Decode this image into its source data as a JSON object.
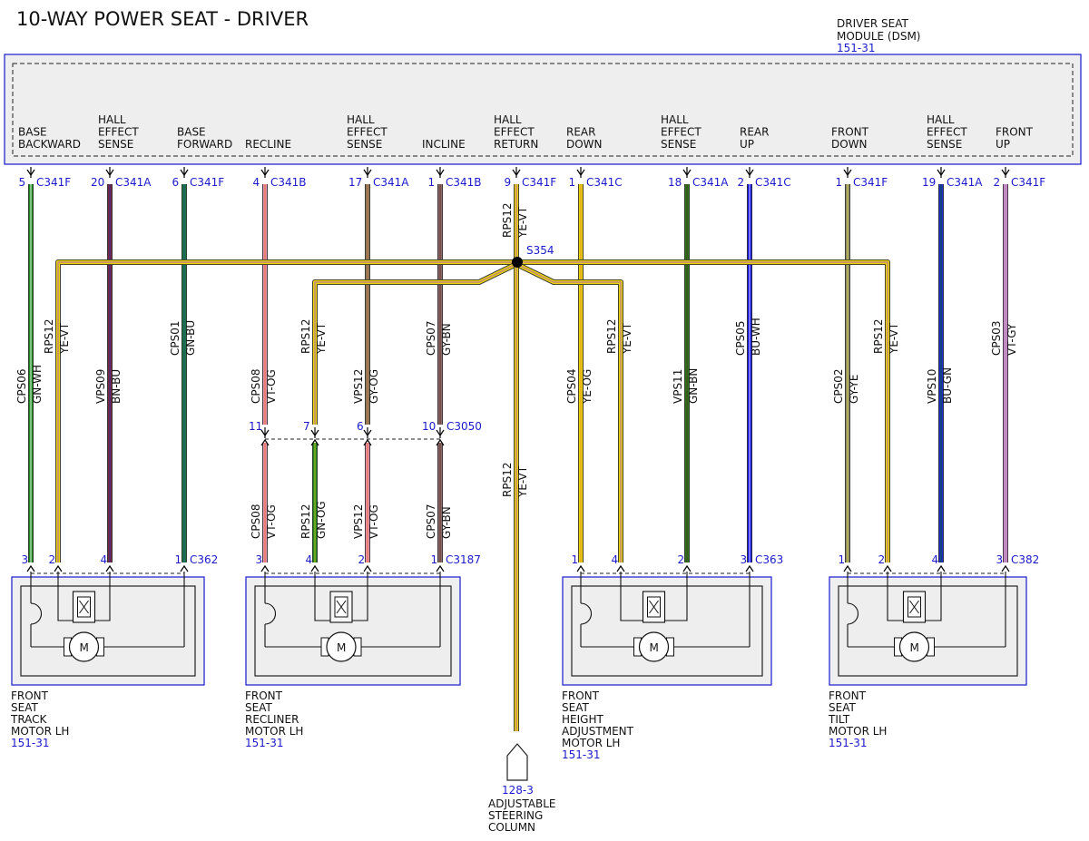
{
  "title": "10-WAY POWER SEAT - DRIVER",
  "module": {
    "lines": [
      "DRIVER SEAT",
      "MODULE (DSM)"
    ],
    "ref": "151-31"
  },
  "pins": [
    {
      "label": [
        "BASE",
        "BACKWARD"
      ],
      "num": "5",
      "conn": "C341F"
    },
    {
      "label": [
        "HALL",
        "EFFECT",
        "SENSE"
      ],
      "num": "20",
      "conn": "C341A"
    },
    {
      "label": [
        "BASE",
        "FORWARD"
      ],
      "num": "6",
      "conn": "C341F"
    },
    {
      "label": [
        "RECLINE"
      ],
      "num": "4",
      "conn": "C341B"
    },
    {
      "label": [
        "HALL",
        "EFFECT",
        "SENSE"
      ],
      "num": "17",
      "conn": "C341A"
    },
    {
      "label": [
        "INCLINE"
      ],
      "num": "1",
      "conn": "C341B"
    },
    {
      "label": [
        "HALL",
        "EFFECT",
        "RETURN"
      ],
      "num": "9",
      "conn": "C341F"
    },
    {
      "label": [
        "REAR",
        "DOWN"
      ],
      "num": "1",
      "conn": "C341C"
    },
    {
      "label": [
        "HALL",
        "EFFECT",
        "SENSE"
      ],
      "num": "18",
      "conn": "C341A"
    },
    {
      "label": [
        "REAR",
        "UP"
      ],
      "num": "2",
      "conn": "C341C"
    },
    {
      "label": [
        "FRONT",
        "DOWN"
      ],
      "num": "1",
      "conn": "C341F"
    },
    {
      "label": [
        "HALL",
        "EFFECT",
        "SENSE"
      ],
      "num": "19",
      "conn": "C341A"
    },
    {
      "label": [
        "FRONT",
        "UP"
      ],
      "num": "2",
      "conn": "C341F"
    }
  ],
  "wires": [
    {
      "circuit": "CPS06",
      "color": "GN-WH"
    },
    {
      "circuit": "RPS12",
      "color": "YE-VT"
    },
    {
      "circuit": "VPS09",
      "color": "BN-BU"
    },
    {
      "circuit": "CPS01",
      "color": "GN-BU"
    },
    {
      "circuit": "CPS08",
      "color": "VT-OG"
    },
    {
      "circuit": "RPS12",
      "color": "YE-VT"
    },
    {
      "circuit": "VPS12",
      "color": "GY-OG"
    },
    {
      "circuit": "CPS07",
      "color": "GY-BN"
    },
    {
      "circuit": "RPS12",
      "color": "YE-VT"
    },
    {
      "circuit": "CPS04",
      "color": "YE-OG"
    },
    {
      "circuit": "RPS12",
      "color": "YE-VT"
    },
    {
      "circuit": "VPS11",
      "color": "GN-BN"
    },
    {
      "circuit": "CPS05",
      "color": "BU-WH"
    },
    {
      "circuit": "CPS02",
      "color": "GY-YE"
    },
    {
      "circuit": "RPS12",
      "color": "YE-VT"
    },
    {
      "circuit": "VPS10",
      "color": "BU-GN"
    },
    {
      "circuit": "CPS03",
      "color": "VT-GY"
    }
  ],
  "splice": "S354",
  "inline_connector": {
    "conn": "C3050",
    "pins": [
      "11",
      "7",
      "6",
      "10"
    ],
    "wires_below": [
      {
        "circuit": "CPS08",
        "color": "VT-OG"
      },
      {
        "circuit": "RPS12",
        "color": "GN-OG"
      },
      {
        "circuit": "VPS12",
        "color": "VT-OG"
      },
      {
        "circuit": "CPS07",
        "color": "GY-BN"
      }
    ]
  },
  "motors": [
    {
      "conn": "C362",
      "pins": [
        "3",
        "2",
        "4",
        "1"
      ],
      "name": [
        "FRONT",
        "SEAT",
        "TRACK",
        "MOTOR LH"
      ],
      "ref": "151-31"
    },
    {
      "conn": "C3187",
      "pins": [
        "3",
        "4",
        "2",
        "1"
      ],
      "name": [
        "FRONT",
        "SEAT",
        "RECLINER",
        "MOTOR LH"
      ],
      "ref": "151-31"
    },
    {
      "conn": "C363",
      "pins": [
        "1",
        "4",
        "2",
        "3"
      ],
      "name": [
        "FRONT",
        "SEAT",
        "HEIGHT",
        "ADJUSTMENT",
        "MOTOR LH"
      ],
      "ref": "151-31"
    },
    {
      "conn": "C382",
      "pins": [
        "1",
        "2",
        "4",
        "3"
      ],
      "name": [
        "FRONT",
        "SEAT",
        "TILT",
        "MOTOR LH"
      ],
      "ref": "151-31"
    }
  ],
  "motor_symbol": "M",
  "steering": {
    "ref": "128-3",
    "name": [
      "ADJUSTABLE",
      "STEERING",
      "COLUMN"
    ]
  },
  "colors": {
    "ref_blue": "#1b1bcc",
    "module_fill": "#eeeeee",
    "YE-VT": "#e8d400"
  }
}
